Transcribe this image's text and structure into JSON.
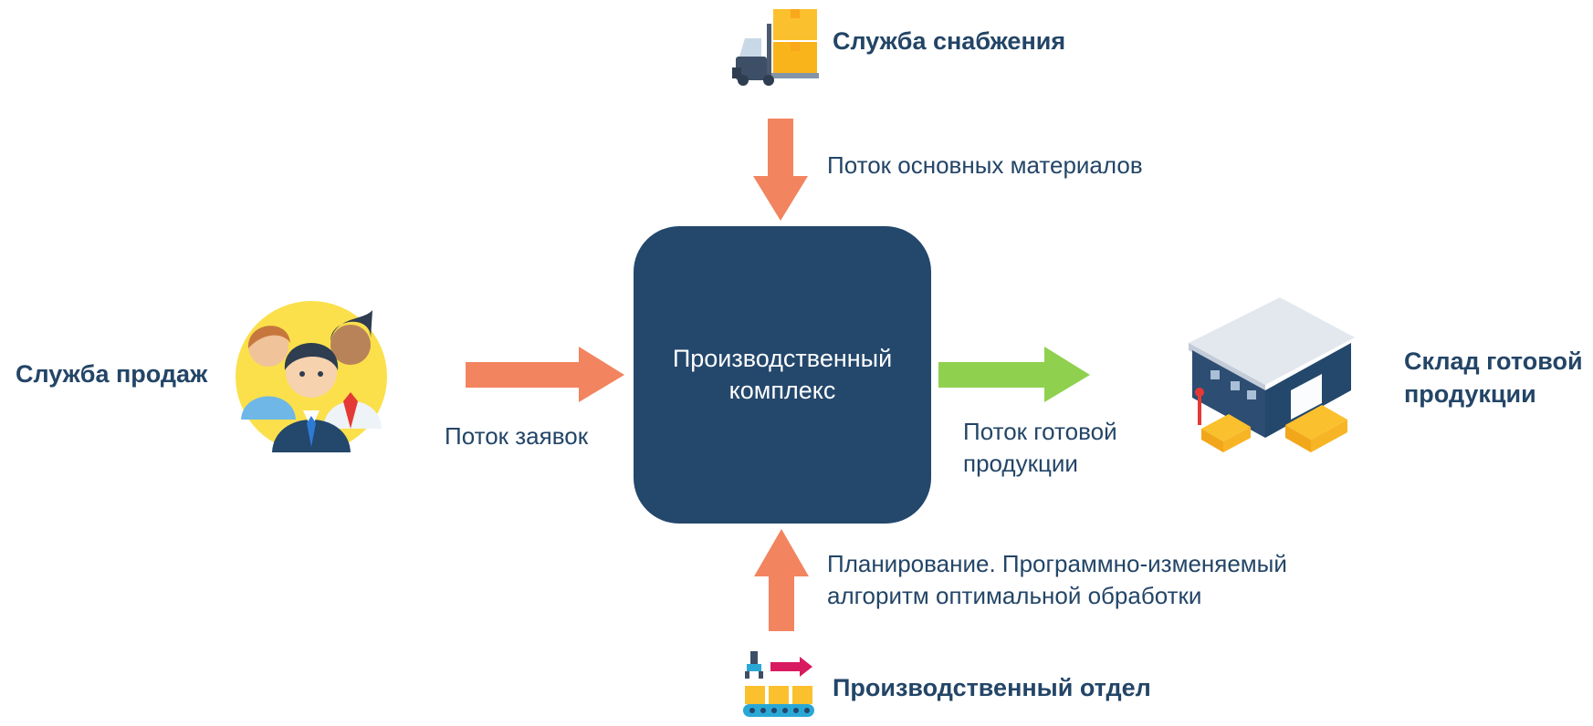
{
  "center": {
    "line1": "Производственный",
    "line2": "комплекс"
  },
  "nodes": {
    "supply": "Служба снабжения",
    "sales": "Служба продаж",
    "warehouse_line1": "Склад готовой",
    "warehouse_line2": "продукции",
    "production_dept": "Производственный отдел"
  },
  "flows": {
    "materials": "Поток основных материалов",
    "orders": "Поток заявок",
    "products_line1": "Поток готовой",
    "products_line2": "продукции",
    "planning_line1": "Планирование. Программно-изменяемый",
    "planning_line2": "алгоритм оптимальной обработки"
  },
  "colors": {
    "navy": "#24476c",
    "text": "#234567",
    "arrow_orange": "#f28460",
    "arrow_green": "#8fd14f",
    "people_circle": "#fbe04b"
  },
  "icons": {
    "supply": "forklift-icon",
    "sales": "people-group-icon",
    "warehouse": "warehouse-icon",
    "production_dept": "conveyor-icon"
  }
}
